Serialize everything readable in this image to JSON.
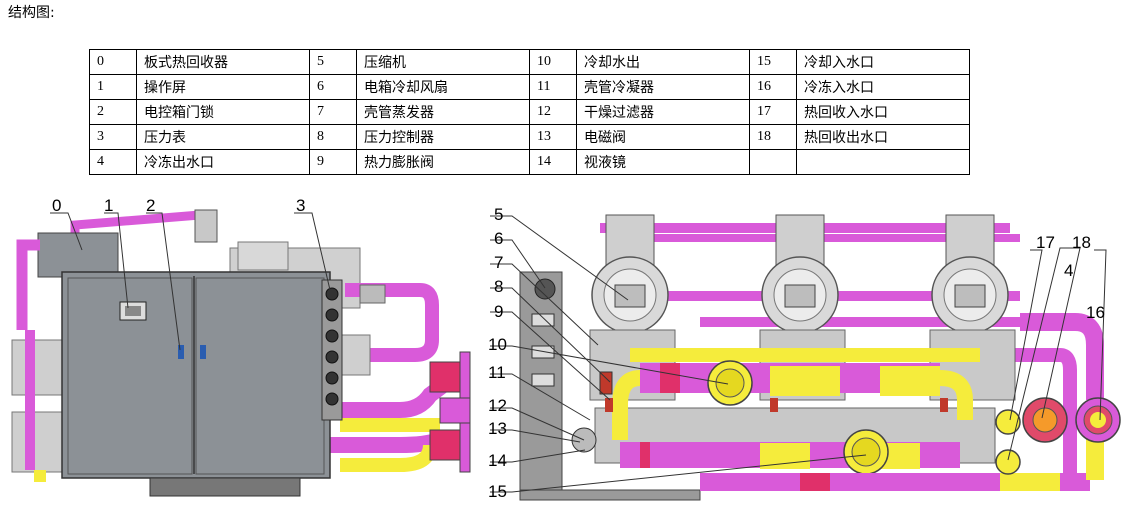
{
  "caption": "结构图:",
  "legend": [
    [
      {
        "n": "0",
        "t": "板式热回收器"
      },
      {
        "n": "5",
        "t": "压缩机"
      },
      {
        "n": "10",
        "t": "冷却水出"
      },
      {
        "n": "15",
        "t": "冷却入水口"
      }
    ],
    [
      {
        "n": "1",
        "t": "操作屏"
      },
      {
        "n": "6",
        "t": "电箱冷却风扇"
      },
      {
        "n": "11",
        "t": "壳管冷凝器"
      },
      {
        "n": "16",
        "t": "冷冻入水口"
      }
    ],
    [
      {
        "n": "2",
        "t": "电控箱门锁"
      },
      {
        "n": "7",
        "t": "壳管蒸发器"
      },
      {
        "n": "12",
        "t": "干燥过滤器"
      },
      {
        "n": "17",
        "t": "热回收入水口"
      }
    ],
    [
      {
        "n": "3",
        "t": "压力表"
      },
      {
        "n": "8",
        "t": "压力控制器"
      },
      {
        "n": "13",
        "t": "电磁阀"
      },
      {
        "n": "18",
        "t": "热回收出水口"
      }
    ],
    [
      {
        "n": "4",
        "t": "冷冻出水口"
      },
      {
        "n": "9",
        "t": "热力膨胀阀"
      },
      {
        "n": "14",
        "t": "视液镜"
      },
      {
        "n": "",
        "t": ""
      }
    ]
  ],
  "callouts": [
    "0",
    "1",
    "2",
    "3",
    "4",
    "5",
    "6",
    "7",
    "8",
    "9",
    "10",
    "11",
    "12",
    "13",
    "14",
    "15",
    "16",
    "17",
    "18"
  ],
  "colors": {
    "pipe_magenta": "#d95ad9",
    "pipe_yellow": "#f5ec3c",
    "cabinet": "#8c9196",
    "metal": "#c8c8c8",
    "flange_red": "#e0306a"
  }
}
